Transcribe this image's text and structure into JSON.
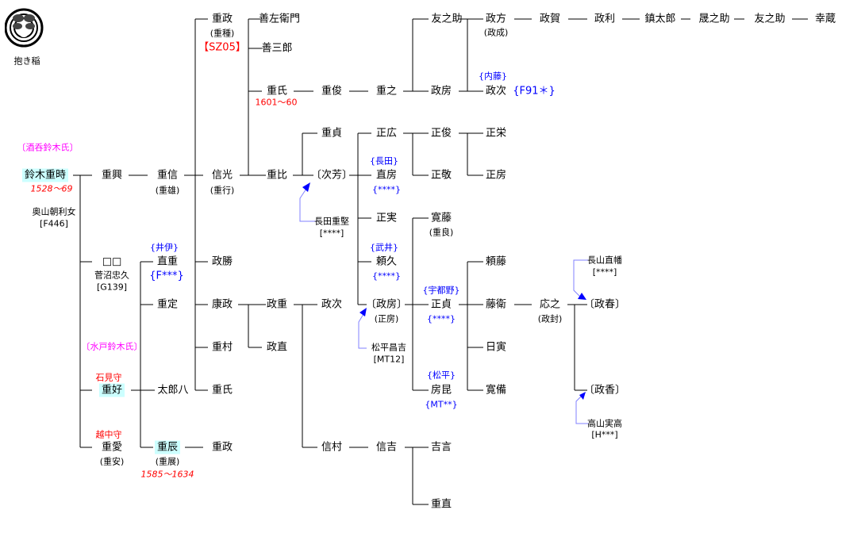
{
  "crest": {
    "label": "抱き稲"
  },
  "clans": {
    "shuten": "〔酒呑鈴木氏〕",
    "mito": "〔水戸鈴木氏〕"
  },
  "p": {
    "shigetoki": {
      "name": "鈴木重時",
      "date": "1528〜69",
      "wife": "奥山朝利女",
      "wife_code": "[F446]"
    },
    "shigeoki": {
      "name": "重興"
    },
    "shigenobu": {
      "name": "重信",
      "alt": "(重雄)"
    },
    "nobumitsu": {
      "name": "信光",
      "alt": "(重行)"
    },
    "shigemasa1": {
      "name": "重政",
      "alt": "(重種)",
      "code": "【SZ05】"
    },
    "zenzaemon": {
      "name": "善左衛門"
    },
    "zensaburo": {
      "name": "善三郎"
    },
    "shigeuji1": {
      "name": "重氏",
      "date": "1601〜60"
    },
    "shigetoshi": {
      "name": "重俊"
    },
    "shigeyuki": {
      "name": "重之"
    },
    "tomonosuke1": {
      "name": "友之助"
    },
    "masafusa1": {
      "name": "政房"
    },
    "masakata": {
      "name": "政方",
      "alt": "(政成)"
    },
    "masatsugu1": {
      "name": "政次",
      "clan": "{内藤}",
      "code": "{F91＊}"
    },
    "masaga": {
      "name": "政賀"
    },
    "masatoshi": {
      "name": "政利"
    },
    "kintaro": {
      "name": "鎮太郎"
    },
    "akinosuke": {
      "name": "晟之助"
    },
    "tomonosuke2": {
      "name": "友之助"
    },
    "kozo": {
      "name": "幸蔵"
    },
    "shigechika": {
      "name": "重比"
    },
    "shigesada1": {
      "name": "重貞"
    },
    "tsuguyoshi": {
      "name": "〔次芳〕"
    },
    "nagata": {
      "name": "長田重堅",
      "code": "[****]"
    },
    "masahiro": {
      "name": "正広"
    },
    "naofusa": {
      "name": "直房",
      "clan": "{長田}",
      "code": "{****}"
    },
    "masazane": {
      "name": "正実"
    },
    "yorihisa": {
      "name": "頼久",
      "clan": "{武井}",
      "code": "{****}"
    },
    "masafusa2": {
      "name": "〔政房〕",
      "alt": "(正房)"
    },
    "masayoshi_m": {
      "name": "松平昌吉",
      "code": "[MT12]"
    },
    "masatoshi2": {
      "name": "正俊"
    },
    "masataka": {
      "name": "正敬"
    },
    "masahide": {
      "name": "正栄"
    },
    "masafusa3": {
      "name": "正房"
    },
    "hirofuji": {
      "name": "寛藤",
      "alt": "(重良)"
    },
    "masasada": {
      "name": "正貞",
      "clan": "{宇都野}",
      "code": "{****}"
    },
    "fusahide": {
      "name": "房昆",
      "clan": "{松平}",
      "code": "{MT**}"
    },
    "yorifuji": {
      "name": "頼藤"
    },
    "tou": {
      "name": "藤衛"
    },
    "nichiin": {
      "name": "日寅"
    },
    "hirobi": {
      "name": "寛備"
    },
    "masayuki": {
      "name": "応之",
      "alt": "(政封)"
    },
    "masaharu": {
      "name": "〔政春〕"
    },
    "nagayama": {
      "name": "長山直幡",
      "code": "[****]"
    },
    "masaka": {
      "name": "〔政香〕"
    },
    "takayama": {
      "name": "高山実高",
      "code": "[H***]"
    },
    "unknown": {
      "name": "□□",
      "adopt": "菅沼忠久",
      "code": "[G139]"
    },
    "naoshige": {
      "name": "直重",
      "clan": "{井伊}",
      "code": "{F***}"
    },
    "shigesada2": {
      "name": "重定"
    },
    "shigeyoshi": {
      "name": "重好",
      "title": "石見守"
    },
    "tarohachi": {
      "name": "太郎八"
    },
    "shigechika2": {
      "name": "重愛",
      "alt": "(重安)",
      "title": "越中守"
    },
    "shigetoki2": {
      "name": "重辰",
      "alt": "(重展)",
      "date": "1585〜1634"
    },
    "masakatsu": {
      "name": "政勝"
    },
    "yasumasa": {
      "name": "康政"
    },
    "shigemura": {
      "name": "重村"
    },
    "shigeuji2": {
      "name": "重氏"
    },
    "shigemasa2": {
      "name": "重政"
    },
    "masashige": {
      "name": "政重"
    },
    "masanao": {
      "name": "政直"
    },
    "masatsugu2": {
      "name": "政次"
    },
    "nobumura": {
      "name": "信村"
    },
    "nobuyoshi": {
      "name": "信吉"
    },
    "yoshikoto": {
      "name": "吉言"
    },
    "shigenao": {
      "name": "重直"
    }
  }
}
